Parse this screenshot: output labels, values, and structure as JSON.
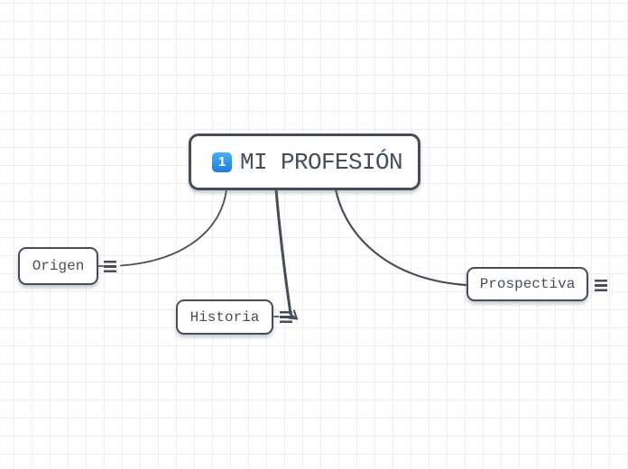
{
  "app": {
    "view": "mind-map-canvas"
  },
  "root": {
    "badge": "1",
    "label": "MI PROFESIÓN"
  },
  "nodes": [
    {
      "id": "origen",
      "label": "Origen"
    },
    {
      "id": "historia",
      "label": "Historia"
    },
    {
      "id": "prospectiva",
      "label": "Prospectiva"
    }
  ],
  "icons": {
    "root_badge": "numbered-badge-1",
    "node_menu": "hamburger-menu",
    "drag_arrow": "arrowhead-southeast"
  },
  "colors": {
    "outline": "#454e58",
    "text": "#454e58",
    "badge_blue_top": "#4aaef3",
    "badge_blue_bottom": "#1d7edb",
    "grid": "#ededf2",
    "background": "#ffffff"
  }
}
